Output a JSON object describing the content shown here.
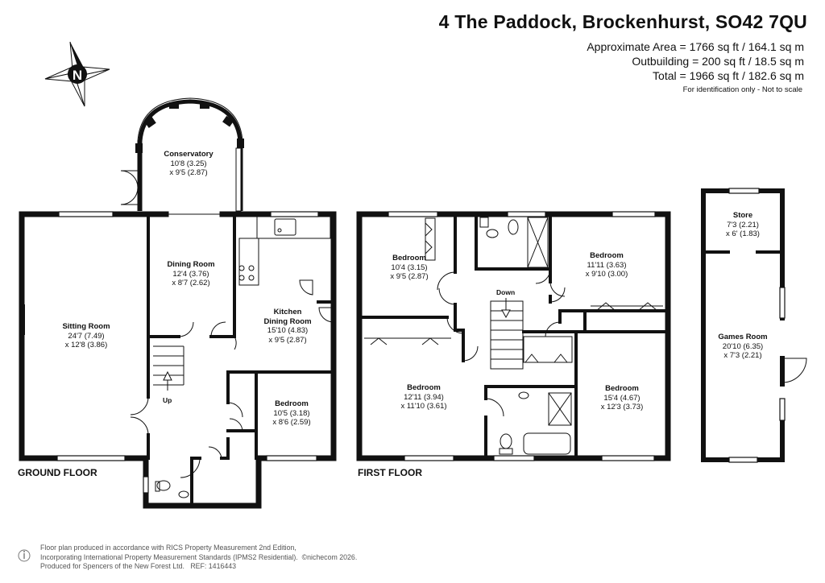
{
  "header": {
    "title": "4 The Paddock, Brockenhurst, SO42 7QU",
    "area_approx": "Approximate Area = 1766 sq ft / 164.1 sq m",
    "area_outbuilding": "Outbuilding = 200 sq ft / 18.5 sq m",
    "area_total": "Total = 1966 sq ft / 182.6 sq m",
    "disclaimer": "For identification only - Not to scale"
  },
  "compass": {
    "letter": "N",
    "icon": "north-arrow-icon"
  },
  "floors": {
    "ground": "GROUND FLOOR",
    "first": "FIRST FLOOR"
  },
  "rooms": {
    "conservatory": {
      "name": "Conservatory",
      "dim1": "10'8 (3.25)",
      "dim2": "x 9'5 (2.87)"
    },
    "sitting": {
      "name": "Sitting Room",
      "dim1": "24'7 (7.49)",
      "dim2": "x 12'8 (3.86)"
    },
    "dining": {
      "name": "Dining Room",
      "dim1": "12'4 (3.76)",
      "dim2": "x 8'7 (2.62)"
    },
    "kitchen": {
      "name": "Kitchen",
      "name2": "Dining Room",
      "dim1": "15'10 (4.83)",
      "dim2": "x 9'5 (2.87)"
    },
    "ground_bed": {
      "name": "Bedroom",
      "dim1": "10'5 (3.18)",
      "dim2": "x 8'6 (2.59)"
    },
    "bed1": {
      "name": "Bedroom",
      "dim1": "10'4 (3.15)",
      "dim2": "x 9'5 (2.87)"
    },
    "bed2": {
      "name": "Bedroom",
      "dim1": "11'11 (3.63)",
      "dim2": "x 9'10 (3.00)"
    },
    "bed3": {
      "name": "Bedroom",
      "dim1": "12'11 (3.94)",
      "dim2": "x 11'10 (3.61)"
    },
    "bed4": {
      "name": "Bedroom",
      "dim1": "15'4 (4.67)",
      "dim2": "x 12'3 (3.73)"
    },
    "store": {
      "name": "Store",
      "dim1": "7'3 (2.21)",
      "dim2": "x 6' (1.83)"
    },
    "games": {
      "name": "Games Room",
      "dim1": "20'10 (6.35)",
      "dim2": "x 7'3 (2.21)"
    }
  },
  "stairs": {
    "up": "Up",
    "down": "Down"
  },
  "footer": {
    "line1": "Floor plan produced in accordance with RICS Property Measurement 2nd Edition,",
    "line2": "Incorporating International Property Measurement Standards (IPMS2 Residential).",
    "copyright": "©nichecom 2026.",
    "line3": "Produced for Spencers of the New Forest Ltd.",
    "ref": "REF:  1416443"
  }
}
